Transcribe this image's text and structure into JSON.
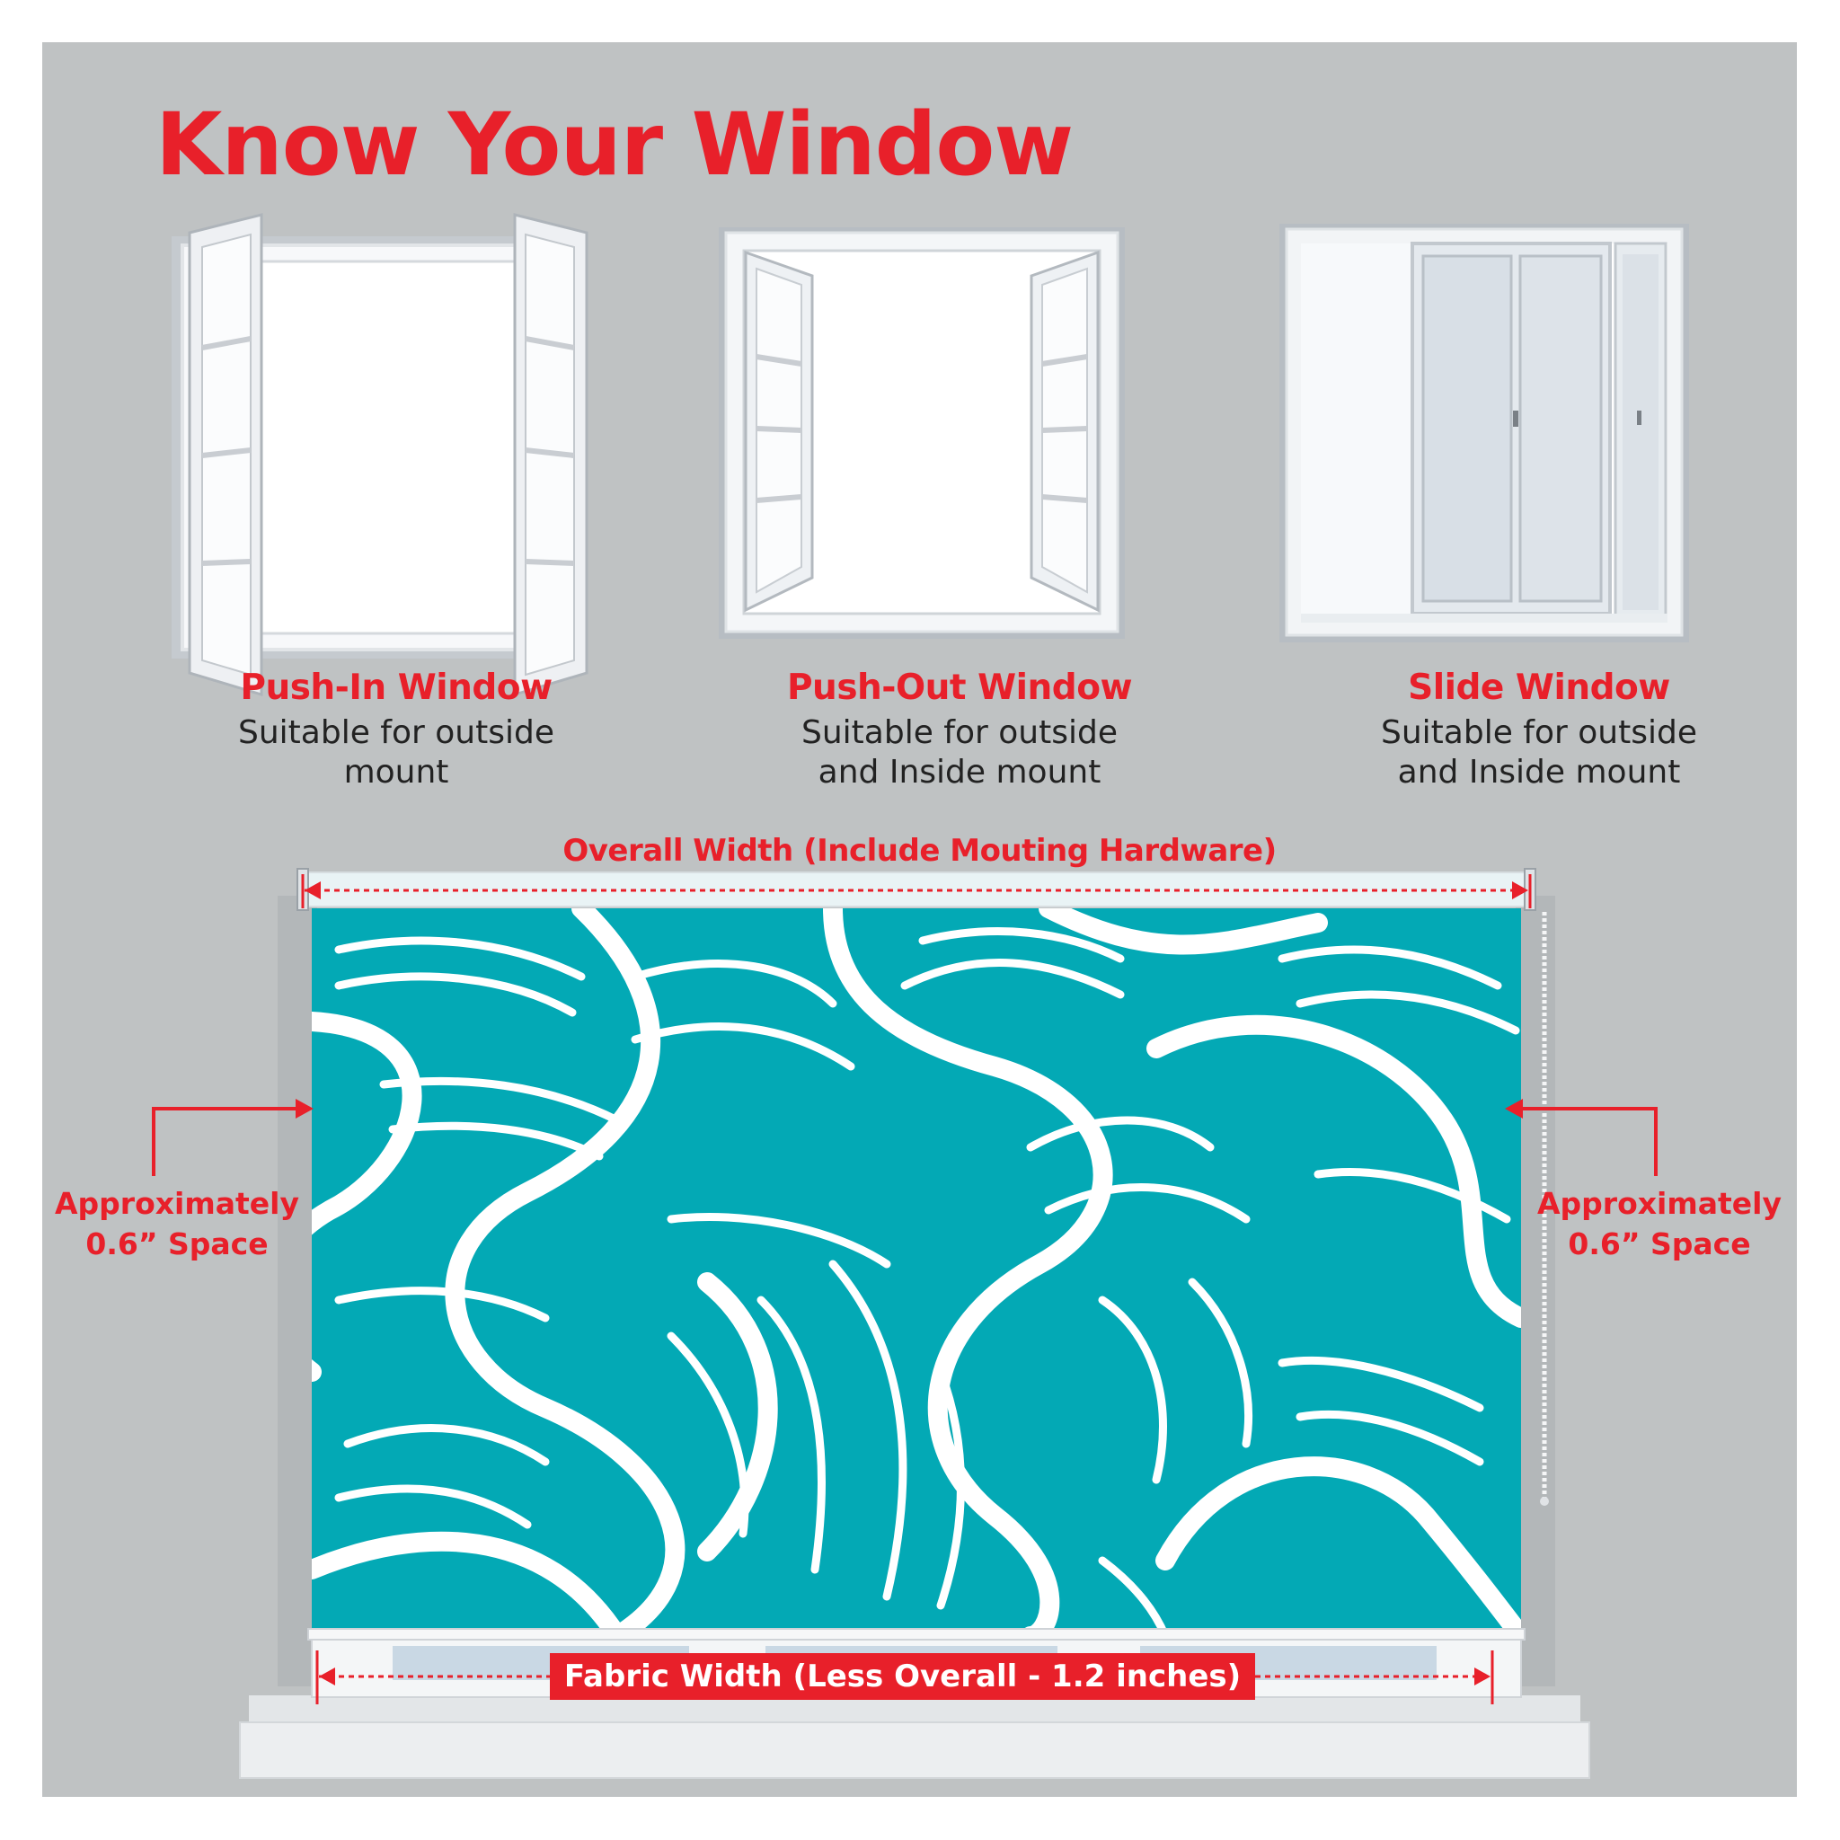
{
  "title": "Know Your Window",
  "windows": [
    {
      "name": "Push-In Window",
      "desc_line1": "Suitable for outside",
      "desc_line2": "mount"
    },
    {
      "name": "Push-Out Window",
      "desc_line1": "Suitable for outside",
      "desc_line2": "and Inside mount"
    },
    {
      "name": "Slide Window",
      "desc_line1": "Suitable for outside",
      "desc_line2": "and Inside mount"
    }
  ],
  "measurements": {
    "overall_width": "Overall Width (Include Mouting Hardware)",
    "left_space_line1": "Approximately",
    "left_space_line2": "0.6” Space",
    "right_space_line1": "Approximately",
    "right_space_line2": "0.6” Space",
    "fabric_width": "Fabric Width (Less Overall - 1.2 inches)"
  },
  "colors": {
    "panel_bg": "#bfc2c3",
    "accent_red": "#e8202a",
    "fabric_teal": "#03a9b5",
    "frame_white": "#f2f4f6",
    "glass_blue": "#c9d8e4"
  },
  "icons": {
    "push_in": "push-in-window-icon",
    "push_out": "push-out-window-icon",
    "slide": "slide-window-icon"
  }
}
